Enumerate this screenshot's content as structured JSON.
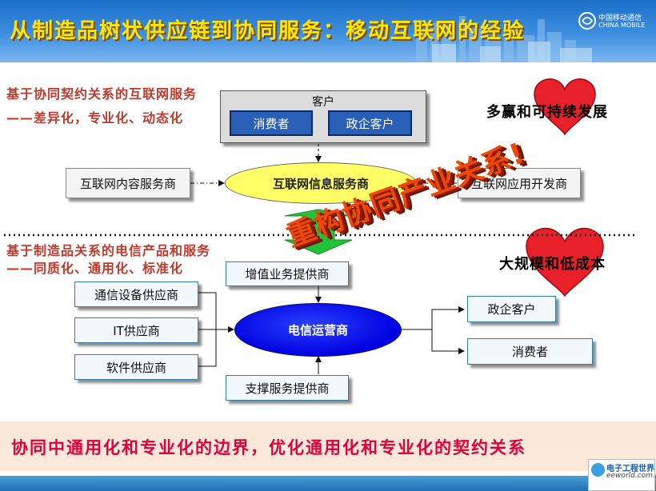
{
  "header": {
    "title": "从制造品树状供应链到协同服务：移动互联网的经验",
    "logo_cn": "中国移动通信",
    "logo_en": "CHINA MOBILE"
  },
  "top_section": {
    "heading_line1": "基于协同契约关系的互联网服务",
    "heading_line2": "——差异化，专业化、动态化",
    "customer_group": {
      "label": "客户",
      "items": [
        "消费者",
        "政企客户"
      ]
    },
    "center": "互联网信息服务商",
    "left_box": "互联网内容服务商",
    "right_box": "互联网应用开发商",
    "heart_text": "多赢和可持续发展"
  },
  "bottom_section": {
    "heading_line1": "基于制造品关系的电信产品和服务",
    "heading_line2": "——同质化、通用化、标准化",
    "top_box": "增值业务提供商",
    "bottom_box": "支撑服务提供商",
    "suppliers": [
      "通信设备供应商",
      "IT供应商",
      "软件供应商"
    ],
    "center": "电信运营商",
    "outputs": [
      "政企客户",
      "消费者"
    ],
    "heart_text": "大规模和低成本"
  },
  "slogan": "重构协同产业关系!",
  "footer": {
    "text": "协同中通用化和专业化的边界，优化通用化和专业化的契约关系",
    "watermark_cn": "电子工程世界",
    "watermark_en": "eeworld.com.cn"
  },
  "colors": {
    "header_blue": "#1a6fc6",
    "title_yellow": "#ffe600",
    "heading_red": "#c0392b",
    "customer_blue": "#2a5fb8",
    "ellipse_yellow": "#ffff66",
    "ellipse_blue": "#0000e0",
    "heart_red": "#e8202a",
    "arrow_green": "#22c23a",
    "slogan_orange": "#f04800"
  }
}
